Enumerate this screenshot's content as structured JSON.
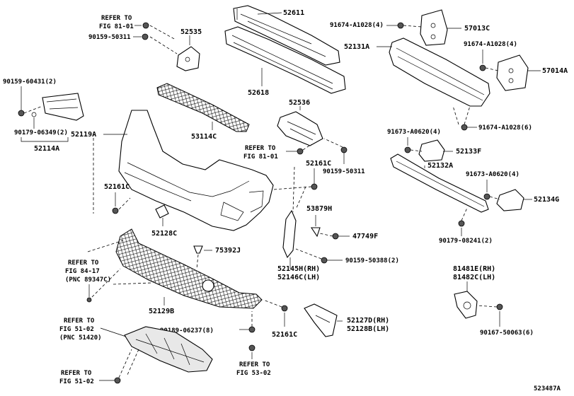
{
  "labels": {
    "p52611": "52611",
    "p52535": "52535",
    "p52618": "52618",
    "p90159_60431": "90159-60431(2)",
    "p90179_06349": "90179-06349(2)",
    "p52114A": "52114A",
    "p52119A": "52119A",
    "p53114C": "53114C",
    "p52536": "52536",
    "p52161C_top": "52161C",
    "p52161C_left": "52161C",
    "p52161C_bottom": "52161C",
    "p90159_50311_top": "90159-50311",
    "p90159_50311_mid": "90159-50311",
    "p52128C": "52128C",
    "p53879H": "53879H",
    "p47749F": "47749F",
    "p75392J": "75392J",
    "p52145H": "52145H(RH)",
    "p52146C": "52146C(LH)",
    "p90159_50388": "90159-50388(2)",
    "p52129B": "52129B",
    "p90189_06237": "90189-06237(8)",
    "p52127D": "52127D(RH)",
    "p52128B": "52128B(LH)",
    "p91674_A1028_top": "91674-A1028(4)",
    "p57013C": "57013C",
    "p52131A": "52131A",
    "p91674_A1028_right": "91674-A1028(4)",
    "p57014A": "57014A",
    "p91674_A1028_6": "91674-A1028(6)",
    "p91673_A0620_left": "91673-A0620(4)",
    "p52133F": "52133F",
    "p52132A": "52132A",
    "p91673_A0620_right": "91673-A0620(4)",
    "p52134G": "52134G",
    "p90179_08241": "90179-08241(2)",
    "p81481E": "81481E(RH)",
    "p81482C": "81482C(LH)",
    "p90167_50063": "90167-50063(6)"
  },
  "references": {
    "ref_81_01_top": [
      "REFER TO",
      "FIG 81-01"
    ],
    "ref_81_01_mid": [
      "REFER TO",
      "FIG 81-01"
    ],
    "ref_84_17": [
      "REFER TO",
      "FIG 84-17",
      "(PNC 89347C)"
    ],
    "ref_51_02_mid": [
      "REFER TO",
      "FIG 51-02",
      "(PNC 51420)"
    ],
    "ref_53_02": [
      "REFER TO",
      "FIG 53-02"
    ],
    "ref_51_02_bottom": [
      "REFER TO",
      "FIG 51-02"
    ]
  },
  "diagram_code": "523487A"
}
